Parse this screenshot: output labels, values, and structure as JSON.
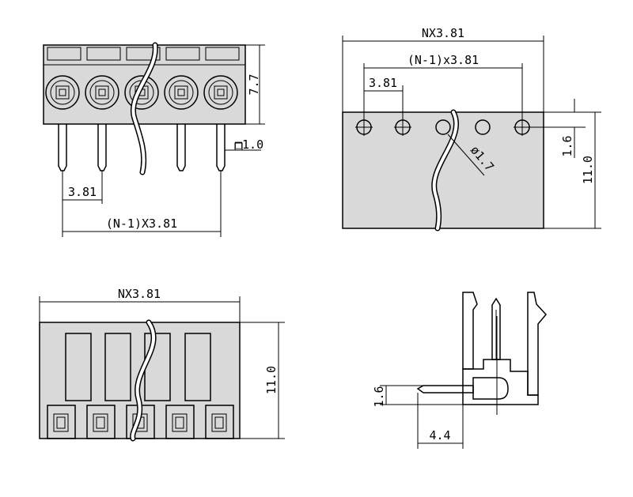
{
  "views": {
    "front": {
      "pitch_label": "3.81",
      "span_label": "(N-1)X3.81",
      "height_label": "7.7",
      "pin_label": "□1.0",
      "pin_count": 5
    },
    "top": {
      "width_label": "NX3.81",
      "span_label": "(N-1)x3.81",
      "pitch_label": "3.81",
      "hole_label": "ø1.7",
      "offset_label": "1.6",
      "height_label": "11.0",
      "hole_count": 5
    },
    "bottom": {
      "width_label": "NX3.81",
      "height_label": "11.0",
      "slot_count": 5
    },
    "side": {
      "pin_height_label": "1.6",
      "pin_length_label": "4.4"
    }
  },
  "colors": {
    "body": "#d9d9d9",
    "line": "#000000",
    "background": "#ffffff"
  }
}
